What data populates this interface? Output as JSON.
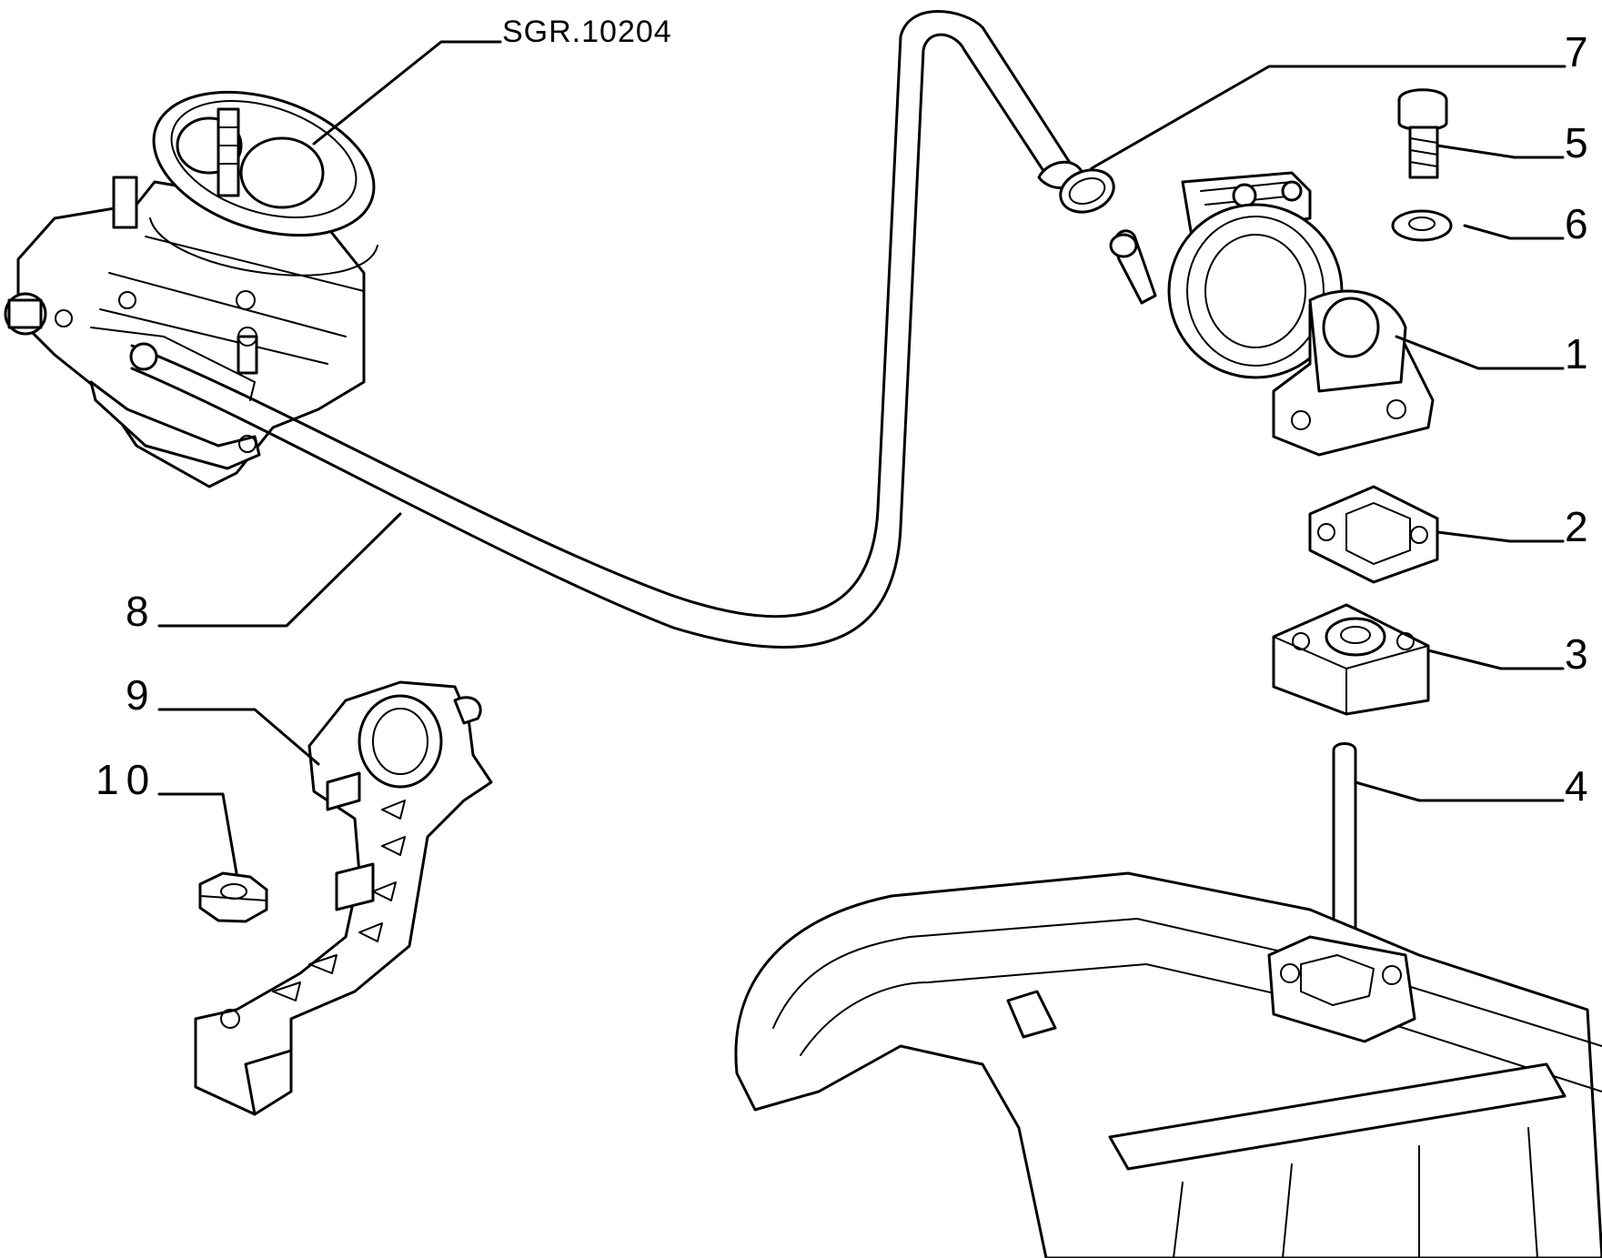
{
  "drawing_code": "SGR.10204",
  "callouts": [
    {
      "number": "1"
    },
    {
      "number": "2"
    },
    {
      "number": "3"
    },
    {
      "number": "4"
    },
    {
      "number": "5"
    },
    {
      "number": "6"
    },
    {
      "number": "7"
    },
    {
      "number": "8"
    },
    {
      "number": "9"
    },
    {
      "number": "10"
    }
  ]
}
